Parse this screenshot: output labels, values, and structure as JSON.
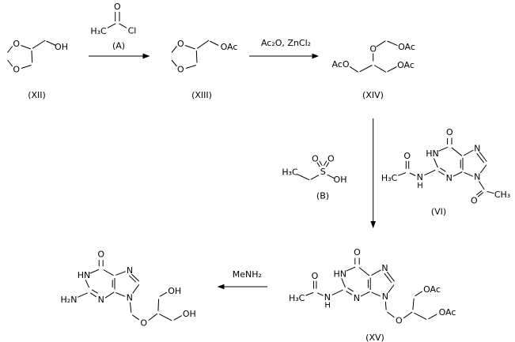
{
  "colors": {
    "ink": "#000000",
    "background": "#ffffff"
  },
  "compounds": {
    "xii": {
      "label": "(XII)",
      "o_top": "O",
      "o_bottom": "O",
      "hydroxyl": "OH"
    },
    "a": {
      "label": "(A)",
      "carbonyl_o": "O",
      "methyl": "H₃C",
      "chlorine": "Cl"
    },
    "xiii": {
      "label": "(XIII)",
      "o_top": "O",
      "o_bottom": "O",
      "acetate": "OAc"
    },
    "xiv": {
      "label": "(XIV)",
      "ether_o": "O",
      "acetate_top": "OAc",
      "acetate_left": "AcO",
      "acetate_right": "OAc"
    },
    "b": {
      "label": "(B)",
      "o_left": "O",
      "o_right": "O",
      "sulfur": "S",
      "methyl": "H₃C",
      "hydroxyl": "OH"
    },
    "vi": {
      "label": "(VI)",
      "o6": "O",
      "n1": "HN",
      "n3": "N",
      "n7": "N",
      "n9": "N",
      "amide_o": "O",
      "amide_n": "N",
      "amide_h": "H",
      "amide_methyl": "H₃C",
      "acetyl_o": "O",
      "acetyl_methyl": "CH₃"
    },
    "xv": {
      "label": "(XV)",
      "o6": "O",
      "n1": "HN",
      "n3": "N",
      "n7": "N",
      "n9": "N",
      "amide_o": "O",
      "amide_n": "N",
      "amide_h": "H",
      "amide_methyl": "H₃C",
      "chain_o": "O",
      "acetate_upper": "OAc",
      "acetate_lower": "OAc"
    },
    "ganciclovir": {
      "o6": "O",
      "n1": "HN",
      "n3": "N",
      "n7": "N",
      "n9": "N",
      "amino": "H₂N",
      "chain_o": "O",
      "hydroxyl_upper": "OH",
      "hydroxyl_lower": "OH"
    }
  },
  "reagents": {
    "step2": "Ac₂O, ZnCl₂",
    "step4": "MeNH₂"
  }
}
